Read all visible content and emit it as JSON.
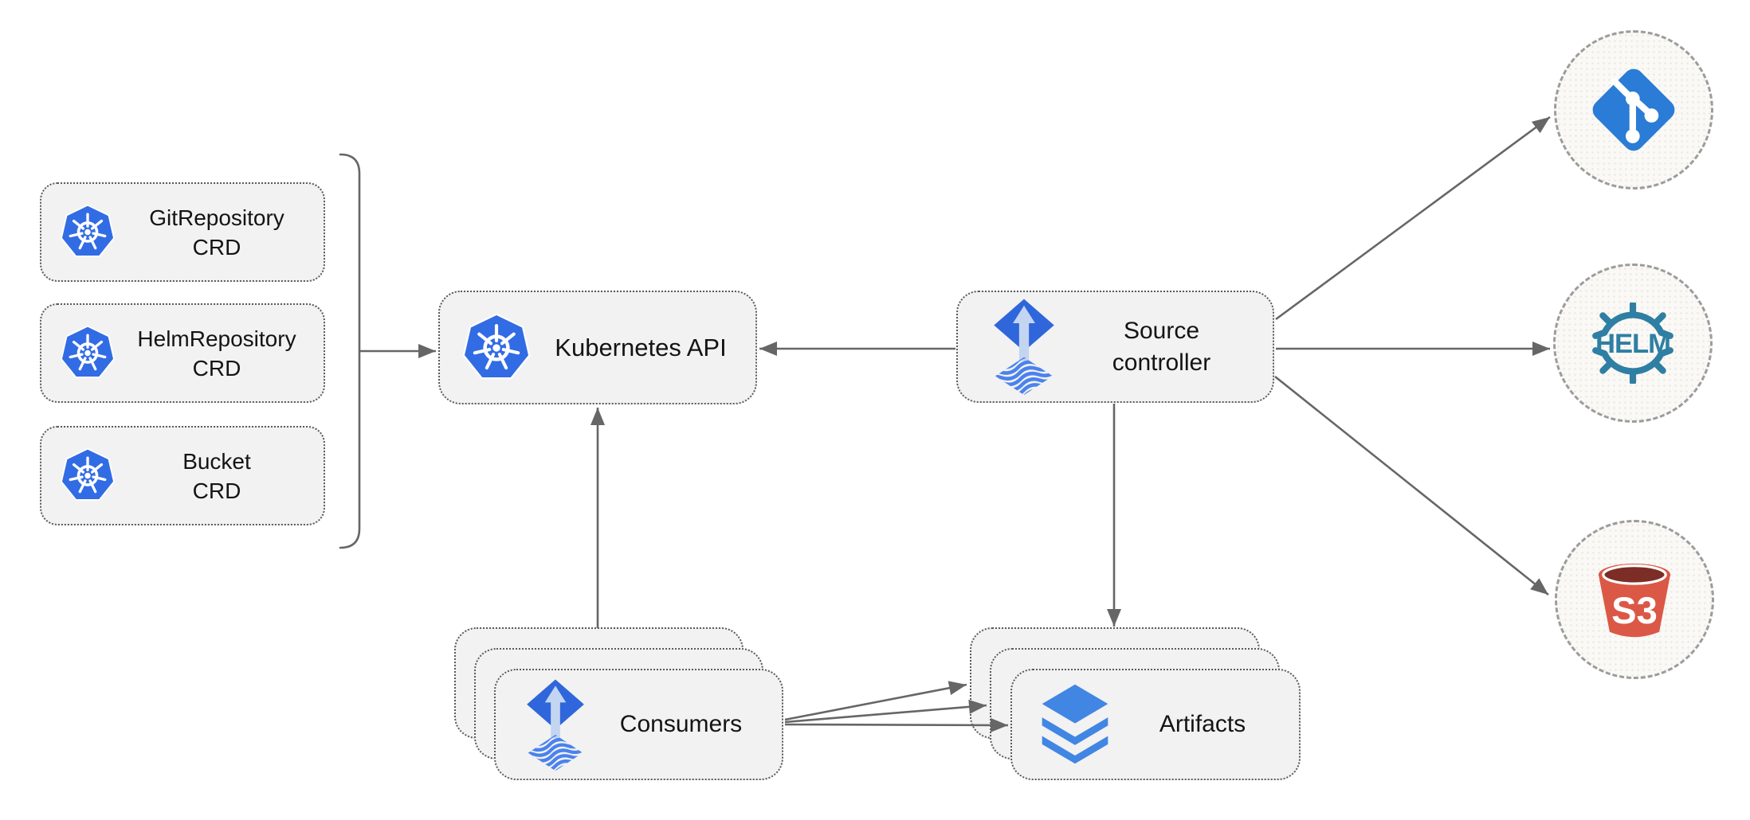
{
  "nodes": {
    "crds": [
      {
        "name": "GitRepository",
        "kind": "CRD"
      },
      {
        "name": "HelmRepository",
        "kind": "CRD"
      },
      {
        "name": "Bucket",
        "kind": "CRD"
      }
    ],
    "kubernetes_api": {
      "label": "Kubernetes API"
    },
    "source_controller": {
      "line1": "Source",
      "line2": "controller"
    },
    "consumers": {
      "label": "Consumers"
    },
    "artifacts": {
      "label": "Artifacts"
    },
    "sources": {
      "git": {
        "icon": "git-icon"
      },
      "helm": {
        "icon": "helm-icon",
        "text": "HELM"
      },
      "s3": {
        "icon": "s3-bucket-icon",
        "text": "S3"
      }
    }
  },
  "edges": [
    {
      "from": "crd-group",
      "to": "kubernetes-api"
    },
    {
      "from": "source-controller",
      "to": "kubernetes-api"
    },
    {
      "from": "consumers",
      "to": "kubernetes-api"
    },
    {
      "from": "source-controller",
      "to": "artifacts"
    },
    {
      "from": "source-controller",
      "to": "git"
    },
    {
      "from": "source-controller",
      "to": "helm"
    },
    {
      "from": "source-controller",
      "to": "s3"
    },
    {
      "from": "consumers",
      "to": "artifacts"
    },
    {
      "from": "consumers",
      "to": "artifacts"
    },
    {
      "from": "consumers",
      "to": "artifacts"
    }
  ],
  "colors": {
    "kubernetes_blue": "#326CE5",
    "flux_diamond_blue": "#2F66DB",
    "flux_arrow_light": "#C4D5F2",
    "flux_wave_blue": "#4B82EC",
    "artifact_layers_blue": "#4286E4",
    "git_blue": "#2A7CD6",
    "helm_teal": "#2E7FA3",
    "s3_red": "#DB5846",
    "s3_dark_red": "#7B2D26",
    "connector_gray": "#666666",
    "node_fill": "#F2F2F2",
    "node_border": "#5A5A5A",
    "circle_border": "#9C9C9C"
  }
}
